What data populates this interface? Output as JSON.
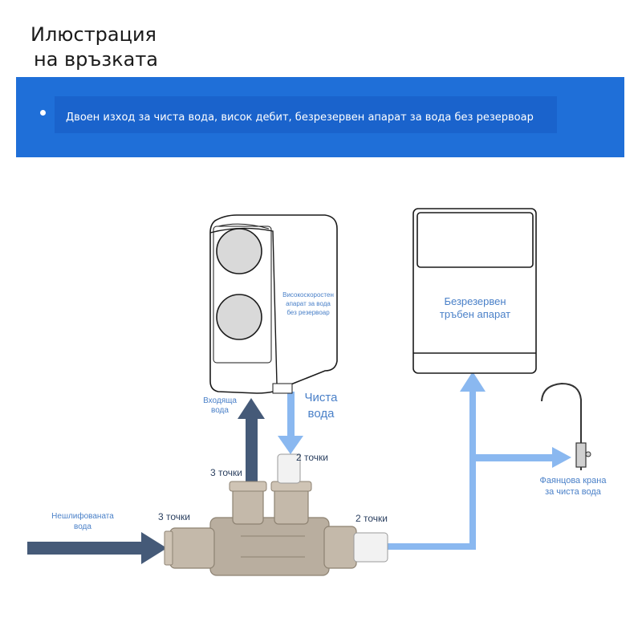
{
  "title": {
    "line1": "Илюстрация",
    "line2": "на връзката"
  },
  "banner": {
    "text": "Двоен изход за чиста вода, висок дебит, безрезервен апарат за вода без резервоар"
  },
  "labels": {
    "purifier": [
      "Високоскоростен",
      "апарат за вода",
      "без резервоар"
    ],
    "tankless": [
      "Безрезервен",
      "тръбен апарат"
    ],
    "inlet_water": [
      "Входяща",
      "вода"
    ],
    "clean_water": [
      "Чиста",
      "вода"
    ],
    "raw_water": [
      "Нешлифованата",
      "вода"
    ],
    "faucet": [
      "Фаянцова крана",
      "за чиста вода"
    ],
    "pts_top_left": "3 точки",
    "pts_top_right": "2 точки",
    "pts_mid_left": "3 точки",
    "pts_right": "2 точки"
  },
  "colors": {
    "banner": "#1f6fd8",
    "dark_arrow": "#455a78",
    "light_arrow": "#8ab8f0",
    "fitting": "#b9ae9f"
  }
}
